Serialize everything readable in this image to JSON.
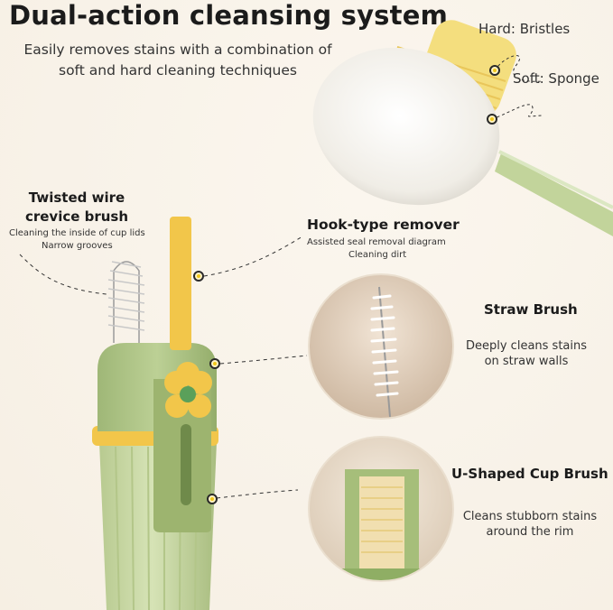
{
  "header": {
    "title": "Dual-action cleansing system",
    "subtitle": "Easily removes stains with a combination of soft and hard cleaning techniques"
  },
  "head_labels": {
    "hard": "Hard: Bristles",
    "soft": "Soft: Sponge"
  },
  "features": {
    "crevice": {
      "title": "Twisted wire crevice brush",
      "line1": "Cleaning the inside of cup lids",
      "line2": "Narrow grooves"
    },
    "hook": {
      "title": "Hook-type remover",
      "line1": "Assisted seal removal diagram",
      "line2": "Cleaning dirt"
    },
    "straw": {
      "title": "Straw Brush",
      "desc": "Deeply cleans stains on straw walls"
    },
    "ushape": {
      "title": "U-Shaped Cup Brush",
      "desc": "Cleans stubborn stains around the rim"
    }
  },
  "colors": {
    "product_green": "#c9d9a6",
    "accent_yellow": "#f2c64a",
    "background": "#f8f2e8"
  }
}
